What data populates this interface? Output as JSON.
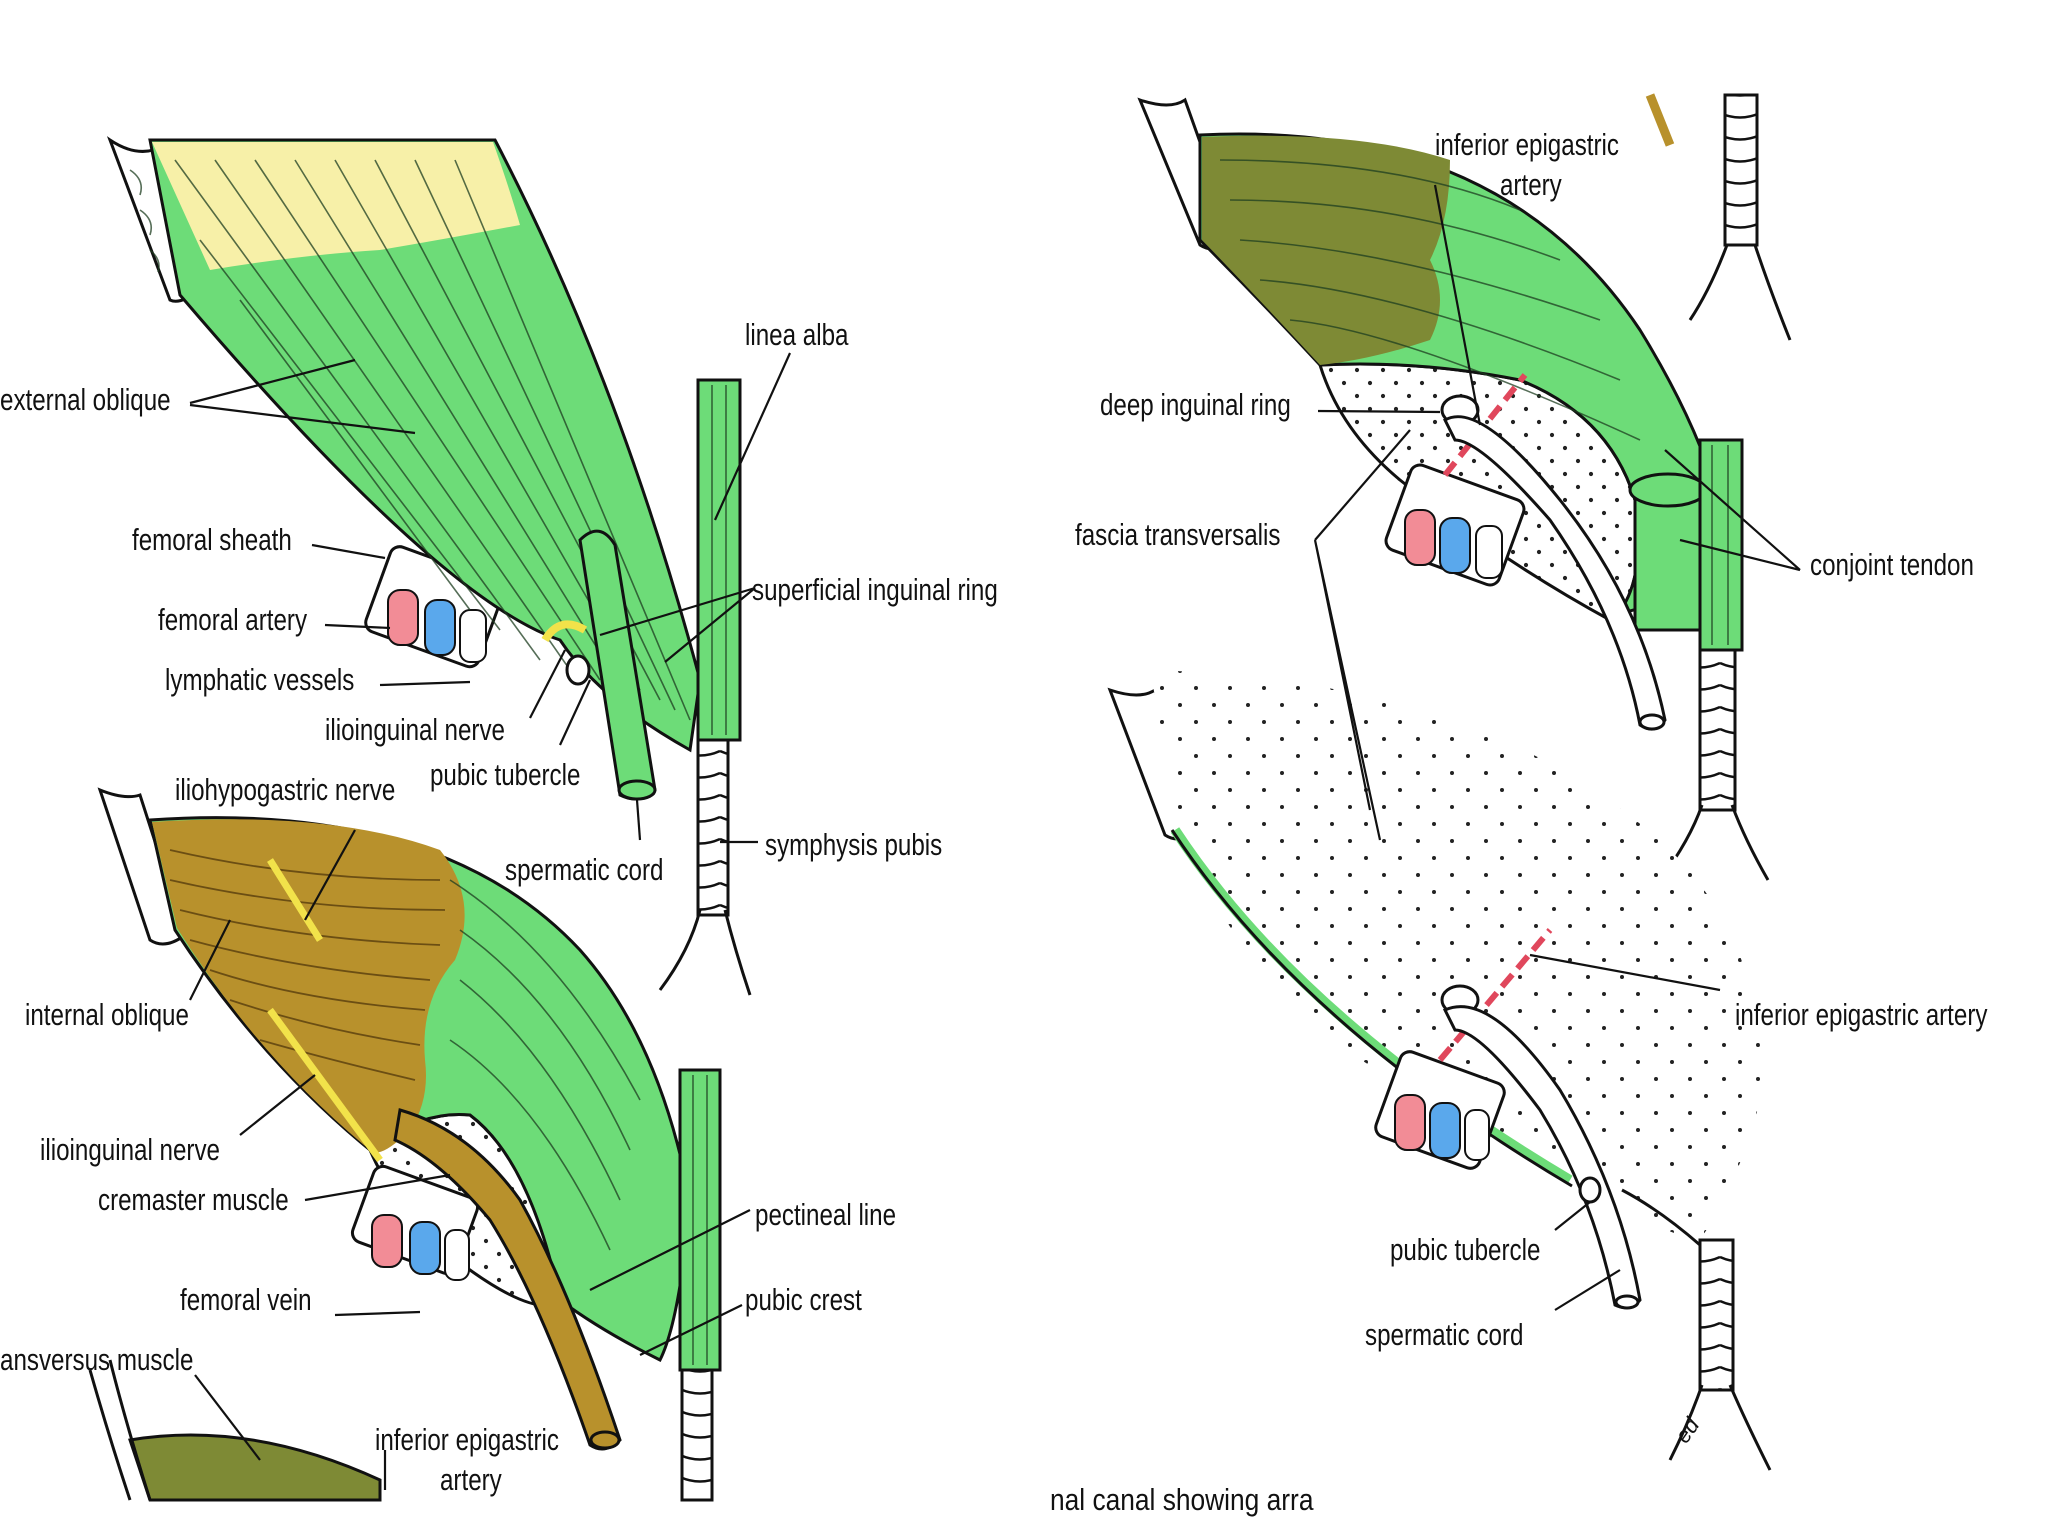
{
  "colors": {
    "muscle_green": "#6ddc78",
    "muscle_yellow": "#f7f0a8",
    "muscle_brown": "#b8912c",
    "muscle_olive": "#7e8a35",
    "artery_red": "#f28c96",
    "vein_blue": "#5aa8ec",
    "nerve_yellow": "#f2e24a"
  },
  "panel_top_left": {
    "external_oblique": "external oblique",
    "linea_alba": "linea alba",
    "femoral_sheath": "femoral sheath",
    "femoral_artery": "femoral artery",
    "lymphatic_vessels": "lymphatic vessels",
    "ilioinguinal_nerve": "ilioinguinal nerve",
    "pubic_tubercle": "pubic tubercle",
    "superficial_inguinal_ring": "superficial inguinal ring",
    "spermatic_cord": "spermatic cord",
    "symphysis_pubis": "symphysis pubis"
  },
  "panel_bottom_left": {
    "iliohypogastric_nerve": "iliohypogastric nerve",
    "internal_oblique": "internal oblique",
    "ilioinguinal_nerve": "ilioinguinal nerve",
    "cremaster_muscle": "cremaster muscle",
    "femoral_vein": "femoral vein",
    "pectineal_line": "pectineal line",
    "pubic_crest": "pubic crest",
    "transversus_muscle": "ansversus muscle",
    "inferior_epigastric_artery": "inferior epigastric",
    "inferior_epigastric_artery_2": "artery"
  },
  "panel_top_right": {
    "inferior_epigastric_artery": "inferior epigastric",
    "inferior_epigastric_artery_2": "artery",
    "deep_inguinal_ring": "deep inguinal ring",
    "fascia_transversalis": "fascia transversalis",
    "conjoint_tendon": "conjoint tendon"
  },
  "panel_bottom_right": {
    "inferior_epigastric_artery": "inferior epigastric artery",
    "pubic_tubercle": "pubic tubercle",
    "spermatic_cord": "spermatic cord",
    "artist_signature": "ed"
  },
  "caption": "nal canal showing arra"
}
